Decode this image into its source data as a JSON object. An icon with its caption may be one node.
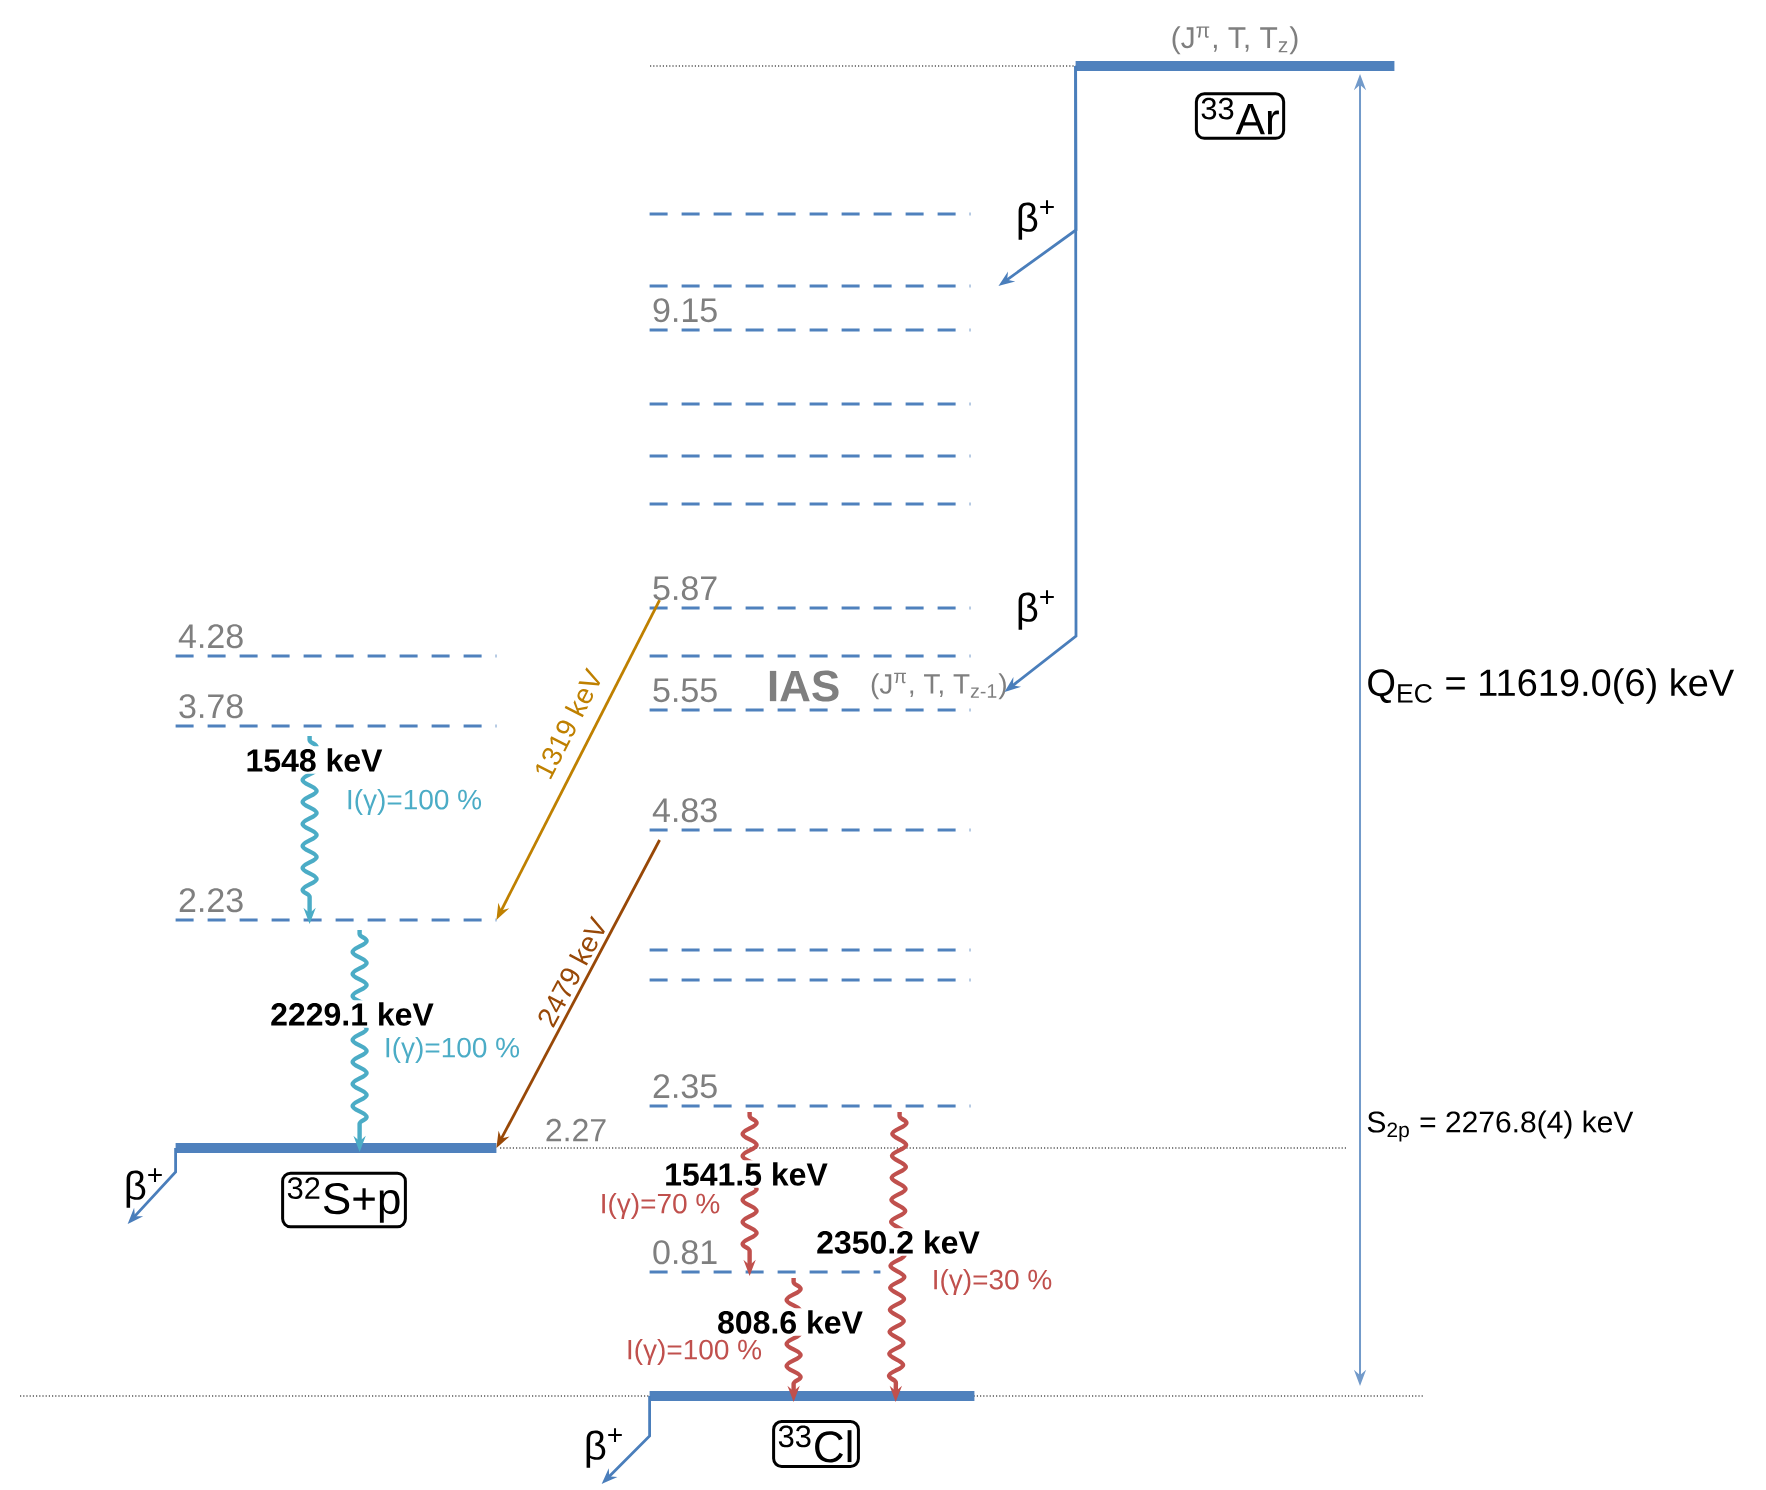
{
  "diagram": {
    "nodes": [
      {
        "text": [
          "(J$^{π}$, T, T$_{z}$)"
        ]
      },
      {
        "text": [
          "$^{33}$Ar"
        ]
      },
      {
        "text": [],
        "shape": "bar"
      },
      {
        "text": [],
        "shape": "bar"
      },
      {
        "text": [
          "9.15"
        ]
      },
      {
        "text": [],
        "shape": "bar"
      },
      {
        "text": [],
        "shape": "bar"
      },
      {
        "text": [],
        "shape": "bar"
      },
      {
        "text": [
          "5.87"
        ]
      },
      {
        "text": [],
        "shape": "bar"
      },
      {
        "text": [
          "5.55",
          "IAS",
          "(J$^{π}$, T, T$_{z-1}$)"
        ]
      },
      {
        "text": [
          "4.83"
        ]
      },
      {
        "text": [],
        "shape": "bar"
      },
      {
        "text": [],
        "shape": "bar"
      },
      {
        "text": [
          "2.35"
        ]
      },
      {
        "text": [
          "0.81"
        ]
      },
      {
        "text": [],
        "shape": "bar"
      },
      {
        "text": [
          "$^{33}$Cl"
        ]
      },
      {
        "text": [
          "4.28"
        ]
      },
      {
        "text": [
          "3.78"
        ]
      },
      {
        "text": [
          "2.23"
        ]
      },
      {
        "text": [],
        "shape": "bar"
      },
      {
        "text": [
          "$^{32}$S+p"
        ]
      }
    ],
    "edges": [
      {
        "from": 0,
        "to": 3,
        "arrow": "to",
        "label": "β$^{+}$"
      },
      {
        "from": 0,
        "to": 10,
        "arrow": "to",
        "label": "β$^{+}$"
      },
      {
        "from": 21,
        "to": null,
        "arrow": "to",
        "label": "β$^{+}$"
      },
      {
        "from": 16,
        "to": null,
        "arrow": "to",
        "label": "β$^{+}$"
      },
      {
        "from": 8,
        "to": 20,
        "arrow": "to",
        "label": "1319 keV",
        "color": "#bf8000"
      },
      {
        "from": 11,
        "to": 21,
        "arrow": "to",
        "label": "2479 keV",
        "color": "#984807"
      },
      {
        "from": 19,
        "to": 20,
        "arrow": "to",
        "label": "1548 keV",
        "color": "#4bacc6"
      },
      {
        "from": 20,
        "to": 21,
        "arrow": "to",
        "label": "2229.1 keV",
        "color": "#4bacc6"
      },
      {
        "from": 14,
        "to": 15,
        "arrow": "to",
        "label": "1541.5 keV",
        "color": "#c0504d"
      },
      {
        "from": 14,
        "to": 16,
        "arrow": "to",
        "label": "2350.2 keV",
        "color": "#c0504d"
      },
      {
        "from": 15,
        "to": 16,
        "arrow": "to",
        "label": "808.6 keV",
        "color": "#c0504d"
      }
    ],
    "labels": [
      "Q$_{EC}$ = 11619.0(6) keV",
      "I(γ)=100 %",
      "I(γ)=100 %",
      "S$_{2p}$ = 2276.8(4) keV",
      "2.27",
      "I(γ)=70 %",
      "I(γ)=30 %",
      "I(γ)=100 %"
    ]
  }
}
